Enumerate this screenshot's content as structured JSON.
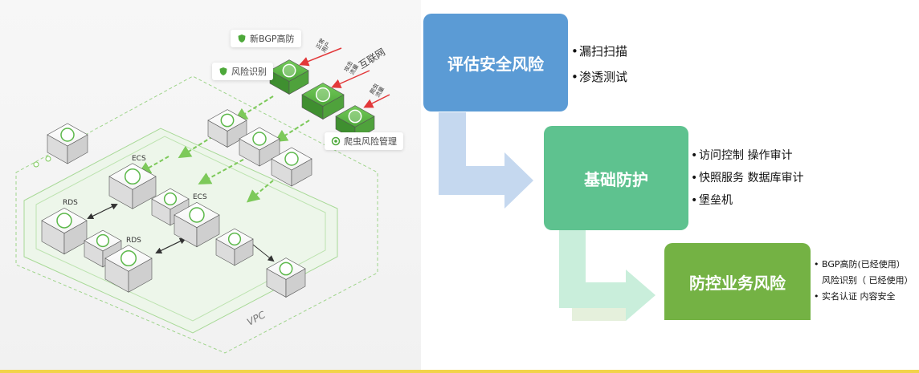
{
  "left_diagram": {
    "tags": {
      "bgp": "新BGP高防",
      "risk": "风险识别",
      "crawler": "爬虫风险管理"
    },
    "internet_label": "互联网",
    "arrow_texts": {
      "normal_users": "正常用户",
      "ddos_traffic": "攻击流量",
      "crawler_traffic": "爬虫流量"
    },
    "node_labels": {
      "ecs_1": "ECS",
      "ecs_2": "ECS",
      "rds_1": "RDS",
      "rds_2": "RDS"
    },
    "vpc_label": "VPC"
  },
  "flow": {
    "steps": [
      {
        "label": "评估安全风险",
        "color": "#5b9bd5",
        "bullets": [
          "漏扫扫描",
          "渗透测试"
        ]
      },
      {
        "label": "基础防护",
        "color": "#5ec28f",
        "bullets": [
          "访问控制 操作审计",
          "快照服务 数据库审计",
          "堡垒机"
        ]
      },
      {
        "label": "防控业务风险",
        "color": "#74b244",
        "bullets": [
          "BGP高防(已经使用）",
          "风险识别（ 已经使用）",
          "实名认证 内容安全"
        ]
      }
    ],
    "bullet_symbol": "•",
    "arrow_colors": [
      "#c5d8ef",
      "#c9eedb",
      "#e5f0dc"
    ]
  }
}
